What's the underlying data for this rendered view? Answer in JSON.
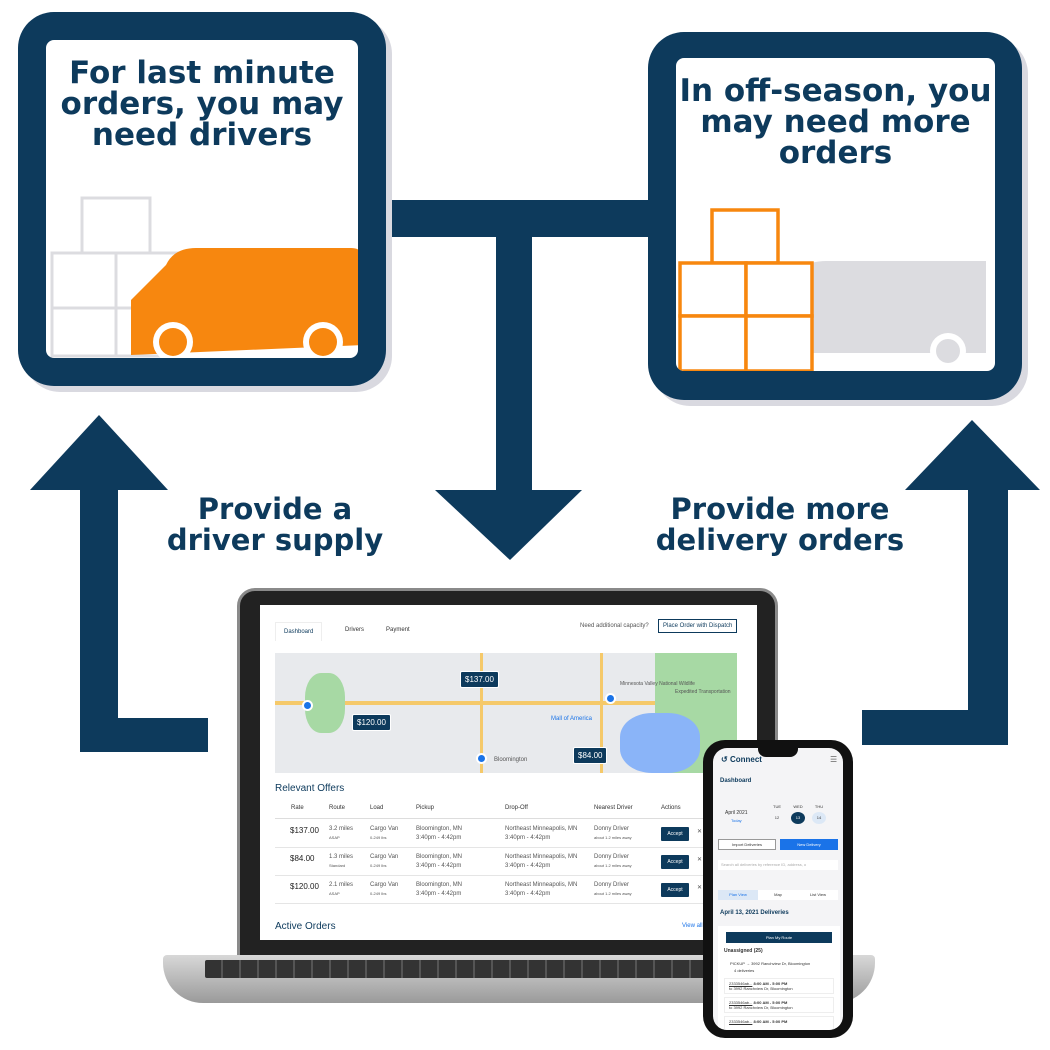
{
  "colors": {
    "navy": "#0d3a5c",
    "orange": "#f7870f",
    "grey": "#dcdce0"
  },
  "left_box": {
    "title_lines": [
      "For last minute",
      "orders, you may",
      "need drivers"
    ],
    "icon": "orange-van-with-grey-boxes-icon"
  },
  "right_box": {
    "title_lines": [
      "In off-season, you",
      "may need more",
      "orders"
    ],
    "icon": "orange-boxes-with-grey-van-icon"
  },
  "arrow_labels": {
    "left": [
      "Provide a",
      "driver supply"
    ],
    "right": [
      "Provide more",
      "delivery orders"
    ]
  },
  "laptop": {
    "tabs": [
      "Dashboard",
      "Drivers",
      "Payment"
    ],
    "capacity_text": "Need additional capacity?",
    "place_order_button": "Place Order with Dispatch",
    "map": {
      "pins": [
        "$137.00",
        "$120.00",
        "$84.00"
      ],
      "labels": [
        "Mall of America",
        "Minnesota Valley National Wildlife",
        "Expedited Transportation",
        "Bloomington"
      ]
    },
    "offers_title": "Relevant Offers",
    "columns": [
      "Rate",
      "Route",
      "Load",
      "Pickup",
      "Drop-Off",
      "Nearest Driver",
      "Actions"
    ],
    "rows": [
      {
        "rate": "$137.00",
        "route": "3.2 miles",
        "route_sub": "ASAP",
        "load": "Cargo Van",
        "load_sub": "0-249 lbs",
        "pickup": "Bloomington, MN",
        "pickup_time": "3:40pm - 4:42pm",
        "dropoff": "Northeast Minneapolis, MN",
        "dropoff_time": "3:40pm - 4:42pm",
        "driver": "Donny Driver",
        "driver_sub": "about 1.2 miles away",
        "action": "Accept"
      },
      {
        "rate": "$84.00",
        "route": "1.3 miles",
        "route_sub": "Standard",
        "load": "Cargo Van",
        "load_sub": "0-249 lbs",
        "pickup": "Bloomington, MN",
        "pickup_time": "3:40pm - 4:42pm",
        "dropoff": "Northeast Minneapolis, MN",
        "dropoff_time": "3:40pm - 4:42pm",
        "driver": "Donny Driver",
        "driver_sub": "about 1.2 miles away",
        "action": "Accept"
      },
      {
        "rate": "$120.00",
        "route": "2.1 miles",
        "route_sub": "ASAP",
        "load": "Cargo Van",
        "load_sub": "0-249 lbs",
        "pickup": "Bloomington, MN",
        "pickup_time": "3:40pm - 4:42pm",
        "dropoff": "Northeast Minneapolis, MN",
        "dropoff_time": "3:40pm - 4:42pm",
        "driver": "Donny Driver",
        "driver_sub": "about 1.2 miles away",
        "action": "Accept"
      }
    ],
    "active_title": "Active Orders",
    "view_all": "View all"
  },
  "phone": {
    "brand": "Connect",
    "title": "Dashboard",
    "month": "April 2021",
    "today": "Today",
    "days": [
      {
        "dow": "TUE",
        "num": "12"
      },
      {
        "dow": "WED",
        "num": "13"
      },
      {
        "dow": "THU",
        "num": "14"
      }
    ],
    "import_button": "Import Deliveries",
    "new_button": "New Delivery",
    "search_placeholder": "Search all deliveries by reference ID, address, o",
    "view_tabs": [
      "Plan View",
      "Map",
      "List View"
    ],
    "deliveries_title": "April 13, 2021 Deliveries",
    "plan_button": "Plan My Route",
    "unassigned": "Unassigned (25)",
    "pickup": "PICKUP",
    "pickup_addr": "3992 Ranchview Dr, Bloomington",
    "pickup_count": "4 deliveries",
    "items": [
      {
        "id": "2333546ab...",
        "time": "8:00 AM - 5:00 PM",
        "addr": "to 3992 Ranchview Dr, Bloomington"
      },
      {
        "id": "2333546ab...",
        "time": "8:00 AM - 5:00 PM",
        "addr": "to 3992 Ranchview Dr, Bloomington"
      },
      {
        "id": "2333546ab...",
        "time": "8:00 AM - 5:00 PM",
        "addr": ""
      }
    ]
  }
}
